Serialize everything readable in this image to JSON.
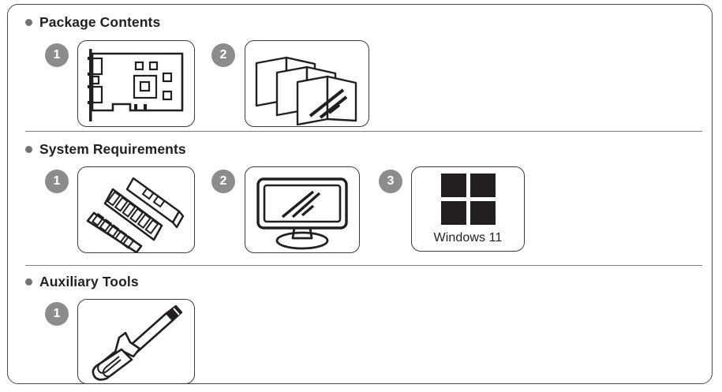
{
  "panel": {
    "accent_gray": "#8c8c8c",
    "text_color": "#231f20",
    "line_color": "#3b3b3b"
  },
  "sections": [
    {
      "id": "package-contents",
      "title": "Package Contents",
      "items": [
        {
          "number": "1",
          "icon": "graphics-card-icon"
        },
        {
          "number": "2",
          "icon": "manual-booklet-icon"
        }
      ]
    },
    {
      "id": "system-requirements",
      "title": "System Requirements",
      "items": [
        {
          "number": "1",
          "icon": "memory-module-icon"
        },
        {
          "number": "2",
          "icon": "monitor-icon"
        },
        {
          "number": "3",
          "icon": "windows-logo-icon",
          "label": "Windows 11"
        }
      ]
    },
    {
      "id": "auxiliary-tools",
      "title": "Auxiliary Tools",
      "items": [
        {
          "number": "1",
          "icon": "screwdriver-icon"
        }
      ]
    }
  ]
}
